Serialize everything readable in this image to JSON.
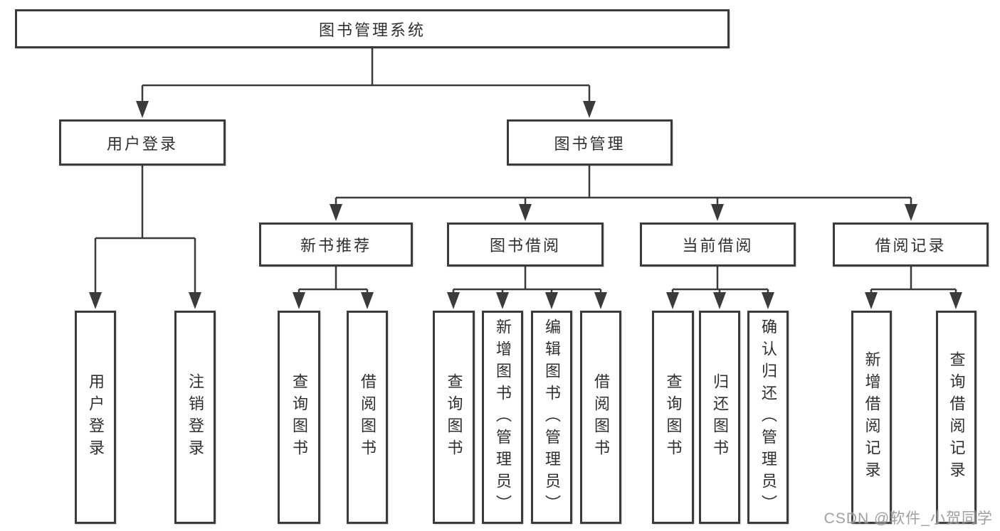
{
  "diagram": {
    "nodes": {
      "root": "图书管理系统",
      "user_login": "用户登录",
      "book_mgmt": "图书管理",
      "new_books": "新书推荐",
      "book_borrow": "图书借阅",
      "current_borrow": "当前借阅",
      "borrow_records": "借阅记录",
      "ul_login": "用户登录",
      "ul_logout": "注销登录",
      "nb_query": "查询图书",
      "nb_borrow": "借阅图书",
      "bb_query": "查询图书",
      "bb_add": "新增图书（管理员）",
      "bb_edit": "编辑图书（管理员）",
      "bb_borrow": "借阅图书",
      "cb_query": "查询图书",
      "cb_return": "归还图书",
      "cb_confirm": "确认归还（管理员）",
      "br_add": "新增借阅记录",
      "br_query": "查询借阅记录"
    },
    "colors": {
      "line": "#3b3b3b",
      "box_border": "#3b3b3b",
      "text": "#2f2f2f",
      "background": "#ffffff",
      "watermark": "#8e8e8e"
    }
  },
  "watermark": {
    "text": "CSDN @软件_小贺同学"
  }
}
